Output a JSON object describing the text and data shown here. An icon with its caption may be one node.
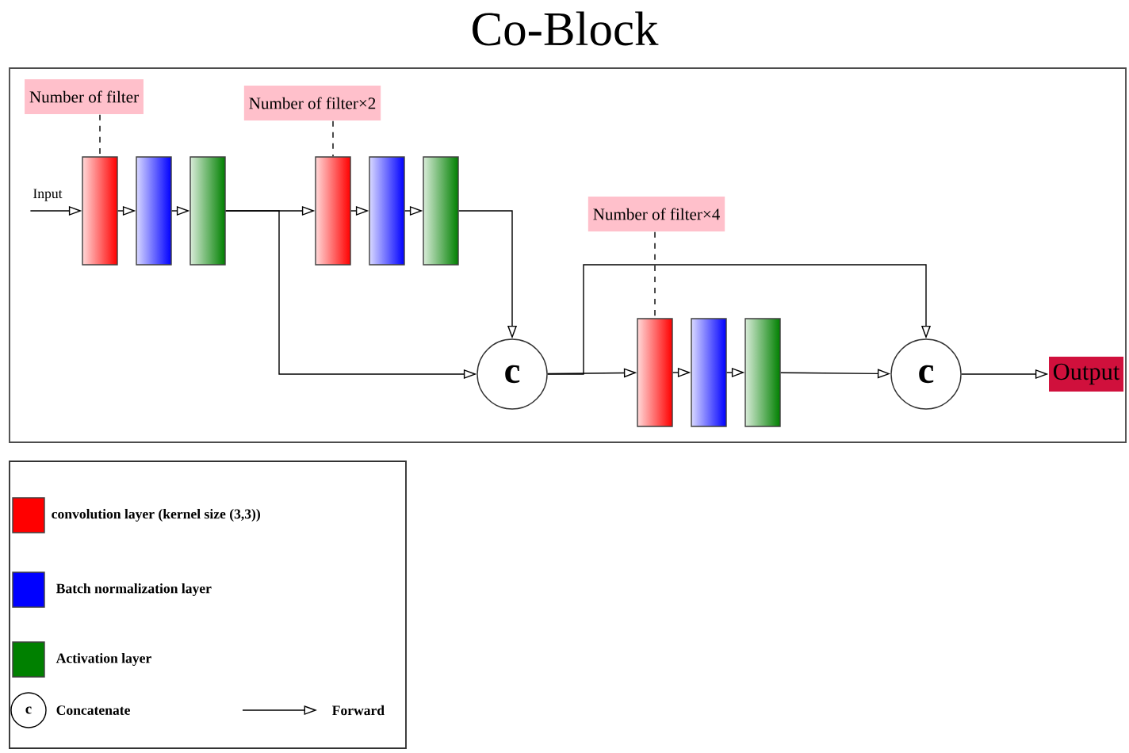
{
  "diagram": {
    "title": "Co-Block",
    "nodes": [
      {
        "text": [
          "Input"
        ]
      },
      {
        "text": [
          "Number of filter"
        ]
      },
      {
        "text": [],
        "shape": "box"
      },
      {
        "text": [],
        "shape": "box"
      },
      {
        "text": [],
        "shape": "box"
      },
      {
        "text": [
          "Number of filter×2"
        ]
      },
      {
        "text": [],
        "shape": "box"
      },
      {
        "text": [],
        "shape": "box"
      },
      {
        "text": [],
        "shape": "box"
      },
      {
        "text": [
          "c"
        ]
      },
      {
        "text": [
          "Number of filter×4"
        ]
      },
      {
        "text": [],
        "shape": "box"
      },
      {
        "text": [],
        "shape": "box"
      },
      {
        "text": [],
        "shape": "box"
      },
      {
        "text": [
          "c"
        ]
      },
      {
        "text": [
          "Output"
        ]
      }
    ],
    "edges": [
      {
        "from": 0,
        "to": 2,
        "arrow": "to"
      },
      {
        "from": 1,
        "to": 2,
        "arrow": "none",
        "style": "dashed"
      },
      {
        "from": 2,
        "to": 3,
        "arrow": "to"
      },
      {
        "from": 3,
        "to": 4,
        "arrow": "to"
      },
      {
        "from": 4,
        "to": 6,
        "arrow": "to"
      },
      {
        "from": 4,
        "to": 9,
        "arrow": "to"
      },
      {
        "from": 5,
        "to": 6,
        "arrow": "none",
        "style": "dashed"
      },
      {
        "from": 6,
        "to": 7,
        "arrow": "to"
      },
      {
        "from": 7,
        "to": 8,
        "arrow": "to"
      },
      {
        "from": 8,
        "to": 9,
        "arrow": "to"
      },
      {
        "from": 9,
        "to": 11,
        "arrow": "to"
      },
      {
        "from": 9,
        "to": 14,
        "arrow": "to"
      },
      {
        "from": 10,
        "to": 11,
        "arrow": "none",
        "style": "dashed"
      },
      {
        "from": 11,
        "to": 12,
        "arrow": "to"
      },
      {
        "from": 12,
        "to": 13,
        "arrow": "to"
      },
      {
        "from": 13,
        "to": 14,
        "arrow": "to"
      },
      {
        "from": 14,
        "to": 15,
        "arrow": "to"
      }
    ],
    "labels": [
      "c"
    ],
    "legend": [
      {
        "text": "convolution layer (kernel size (3,3))",
        "color": "#ff0000"
      },
      {
        "text": "Batch normalization layer",
        "color": "#0000ff"
      },
      {
        "text": "Activation layer",
        "color": "#008000"
      },
      {
        "text": "Concatenate"
      },
      {
        "text": "Forward"
      }
    ]
  }
}
